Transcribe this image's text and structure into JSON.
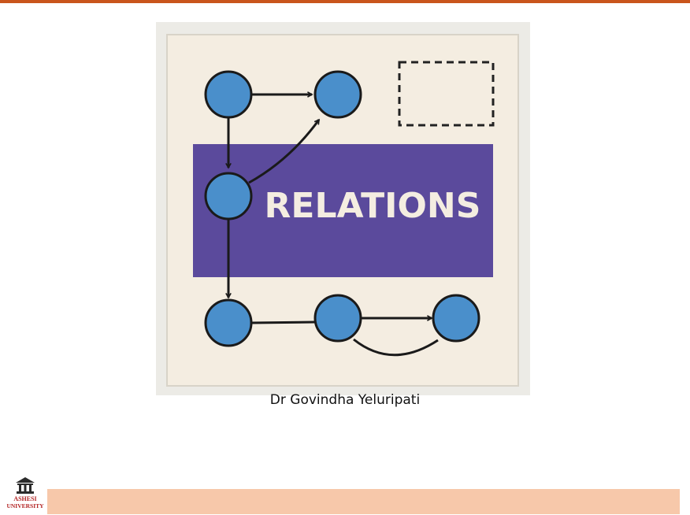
{
  "slide": {
    "image_title": "RELATIONS",
    "author": "Dr Govindha Yeluripati"
  },
  "footer": {
    "logo_line1": "ASHESI",
    "logo_line2": "UNIVERSITY"
  },
  "colors": {
    "accent_bar": "#c9551c",
    "footer_band": "#f7c8aa",
    "node_blue": "#4a8fcb",
    "banner_purple": "#5b4a9c",
    "image_background": "#f4ede1"
  }
}
